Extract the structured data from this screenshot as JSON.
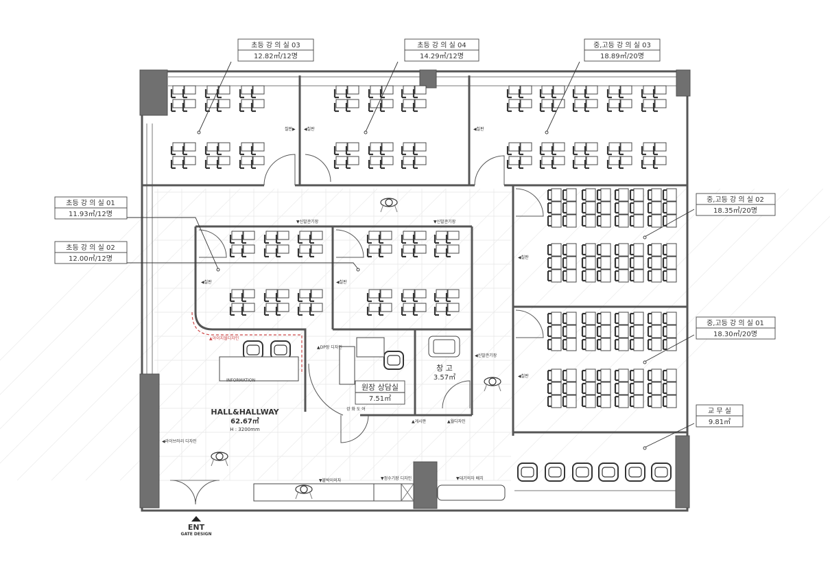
{
  "rooms": {
    "elem03": {
      "name": "초등 강 의 실 03",
      "area": "12.82㎡/12명"
    },
    "elem04": {
      "name": "초등 강 의 실 04",
      "area": "14.29㎡/12명"
    },
    "mid03": {
      "name": "중,고등 강 의 실 03",
      "area": "18.89㎡/20명"
    },
    "elem01": {
      "name": "초등 강 의 실 01",
      "area": "11.93㎡/12명"
    },
    "elem02": {
      "name": "초등 강 의 실 02",
      "area": "12.00㎡/12명"
    },
    "mid02": {
      "name": "중,고등 강 의 실 02",
      "area": "18.35㎡/20명"
    },
    "mid01": {
      "name": "중,고등 강 의 실 01",
      "area": "18.30㎡/20명"
    },
    "staff": {
      "name": "교 무 실",
      "area": "9.81㎡"
    },
    "director": {
      "name": "원장 상담실",
      "area": "7.51㎡"
    },
    "storage": {
      "name": "창 고",
      "area": "3.57㎡"
    },
    "hall": {
      "name": "HALL&HALLWAY",
      "area": "62.67㎡",
      "height": "H : 3200mm"
    }
  },
  "notes": {
    "board": "◀칠판",
    "board_r": "칠판▶",
    "shoe1": "▼신발관기장",
    "shoe2": "▼신발관기장",
    "shoe_side": "◀신발관기장",
    "id_design": "▲아이지월디자인",
    "dp": "▲DP장 디자인",
    "information": "INFORMATION",
    "strong_door": "강 화 도 어",
    "notice": "▲게시판",
    "wall_design": "▲월디자인",
    "library": "◀라이브러리 디자인",
    "bench": "▼붙박이의자",
    "water": "▼정수기장 디자인",
    "wait": "▼대기의자 배치",
    "ent": "ENT",
    "gate": "GATE DESIGN"
  },
  "colors": {
    "wall": "#555555",
    "pillar": "#707070",
    "accent": "#cc4444"
  }
}
